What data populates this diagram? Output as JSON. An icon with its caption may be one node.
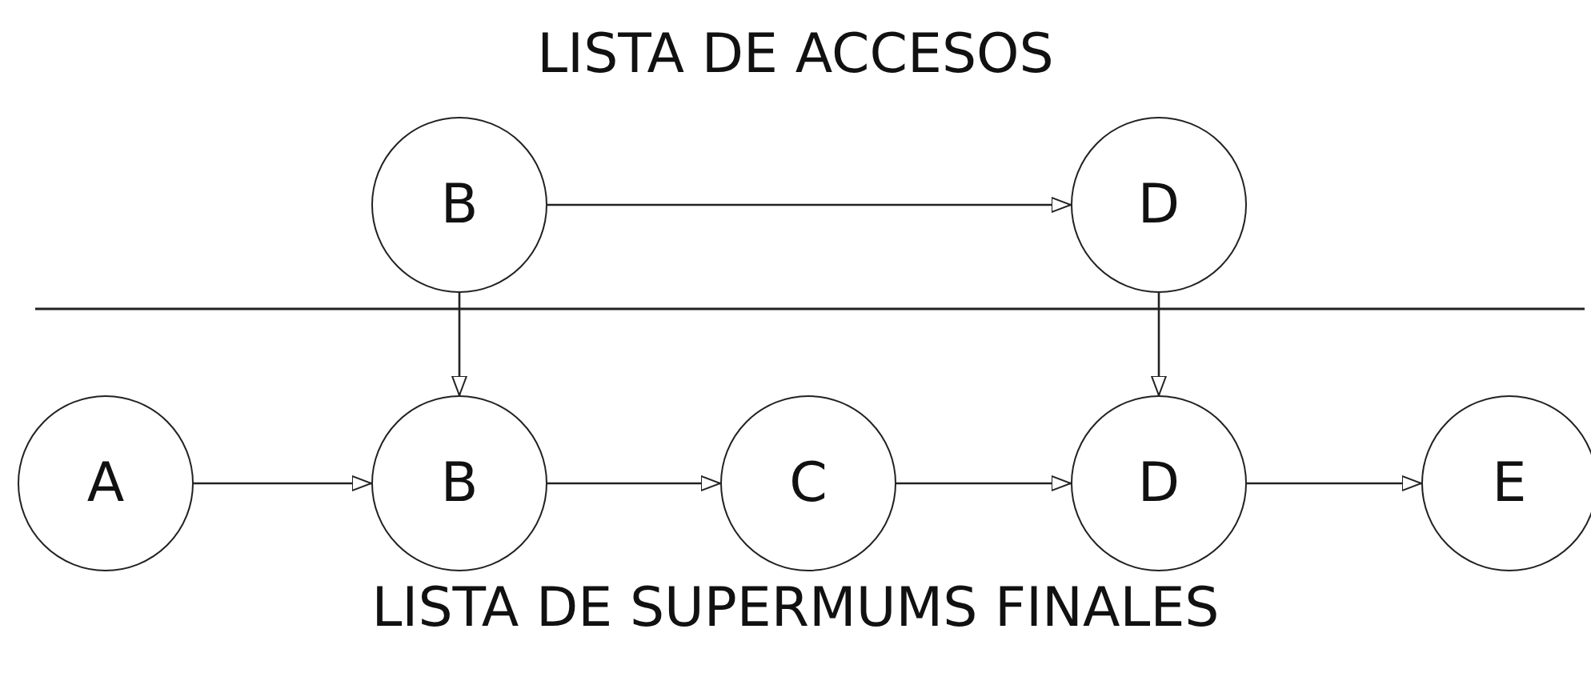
{
  "diagram": {
    "title": "LISTA DE ACCESOS",
    "nodes": [
      {
        "text": [
          "B"
        ]
      },
      {
        "text": [
          "D"
        ]
      },
      {
        "text": [
          "A"
        ]
      },
      {
        "text": [
          "B"
        ]
      },
      {
        "text": [
          "C"
        ]
      },
      {
        "text": [
          "D"
        ]
      },
      {
        "text": [
          "E"
        ]
      }
    ],
    "edges": [
      {
        "from": 0,
        "to": 1,
        "arrow": "to"
      },
      {
        "from": 0,
        "to": 3,
        "arrow": "to"
      },
      {
        "from": 1,
        "to": 5,
        "arrow": "to"
      },
      {
        "from": 2,
        "to": 3,
        "arrow": "to"
      },
      {
        "from": 3,
        "to": 4,
        "arrow": "to"
      },
      {
        "from": 4,
        "to": 5,
        "arrow": "to"
      },
      {
        "from": 5,
        "to": 6,
        "arrow": "to"
      }
    ],
    "labels": [
      "LISTA DE SUPERMUMS FINALES"
    ]
  }
}
